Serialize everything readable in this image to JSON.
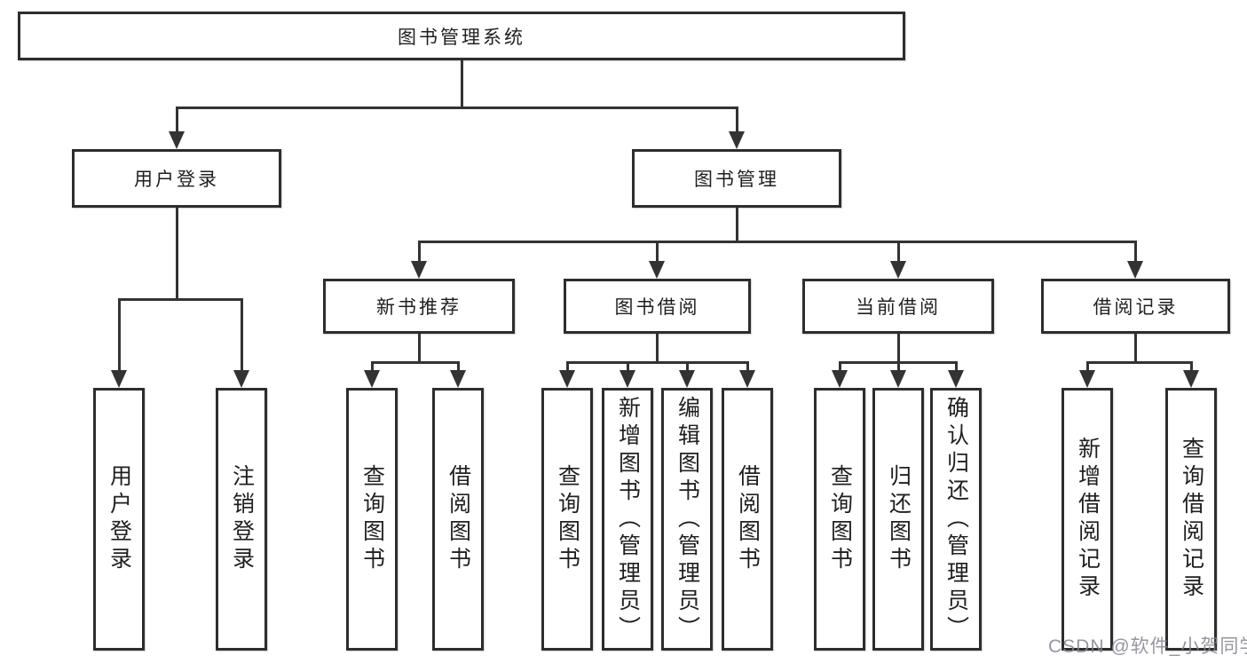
{
  "tree": {
    "root": {
      "label": "图书管理系统"
    },
    "branches": [
      {
        "label": "用户登录",
        "leaves": [
          {
            "label": "用户登录"
          },
          {
            "label": "注销登录"
          }
        ]
      },
      {
        "label": "图书管理",
        "groups": [
          {
            "label": "新书推荐",
            "leaves": [
              {
                "label": "查询图书"
              },
              {
                "label": "借阅图书"
              }
            ]
          },
          {
            "label": "图书借阅",
            "leaves": [
              {
                "label": "查询图书"
              },
              {
                "label": "新增图书︵管理员︶"
              },
              {
                "label": "编辑图书︵管理员︶"
              },
              {
                "label": "借阅图书"
              }
            ]
          },
          {
            "label": "当前借阅",
            "leaves": [
              {
                "label": "查询图书"
              },
              {
                "label": "归还图书"
              },
              {
                "label": "确认归还︵管理员︶"
              }
            ]
          },
          {
            "label": "借阅记录",
            "leaves": [
              {
                "label": "新增借阅记录"
              },
              {
                "label": "查询借阅记录"
              }
            ]
          }
        ]
      }
    ]
  },
  "watermark": {
    "text": "CSDN @软件_小贺同学"
  },
  "colors": {
    "line": "#333333",
    "box_border": "#2d2d2d",
    "text": "#1f1f1f",
    "watermark": "#84849,0",
    "background": "#ffffff"
  }
}
